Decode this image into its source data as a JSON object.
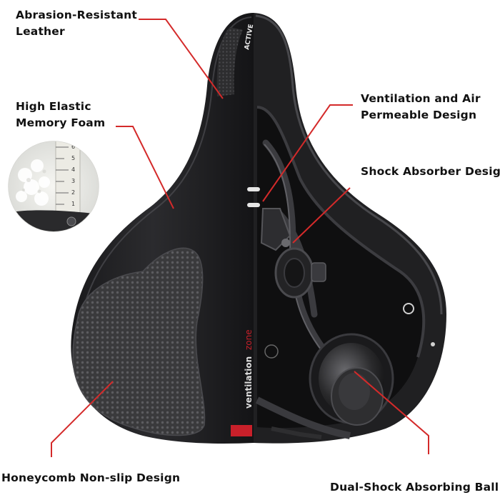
{
  "callouts": {
    "abrasion": [
      "Abrasion-Resistant",
      "Leather"
    ],
    "foam": [
      "High Elastic",
      "Memory Foam"
    ],
    "ventilation": [
      "Ventilation and Air",
      "Permeable Design"
    ],
    "shock": "Shock Absorber Design",
    "honeycomb": "Honeycomb Non-slip Design",
    "ball": "Dual-Shock Absorbing Ball"
  },
  "saddle": {
    "side_text": "ventilation",
    "side_text_accent": "zone",
    "brand_text": "ACTIVE"
  },
  "ruler_digits": [
    "6",
    "5",
    "4",
    "3",
    "2",
    "1"
  ],
  "colors": {
    "leader_line": "#d42a2a",
    "saddle_shell": "#1c1c1e",
    "saddle_highlight": "#4a4a4e",
    "accent_red": "#c8202a"
  }
}
